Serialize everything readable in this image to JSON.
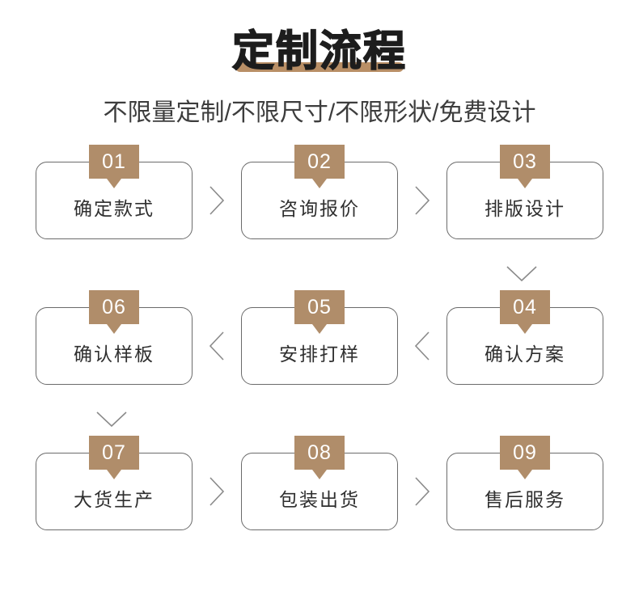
{
  "header": {
    "title": "定制流程",
    "subtitle": "不限量定制/不限尺寸/不限形状/免费设计",
    "title_underline_color": "#b98f66"
  },
  "theme": {
    "badge_color": "#b08d6a",
    "card_border_color": "#6b6b6b",
    "text_color": "#2f2f2f",
    "connector_color": "#8a8a8a",
    "background": "#ffffff"
  },
  "flow": {
    "rows": [
      {
        "direction": "left-to-right",
        "steps": [
          {
            "number": "01",
            "label": "确定款式"
          },
          {
            "number": "02",
            "label": "咨询报价"
          },
          {
            "number": "03",
            "label": "排版设计"
          }
        ],
        "connector_icon": "chevron-right-icon"
      },
      {
        "direction": "right-to-left",
        "steps": [
          {
            "number": "06",
            "label": "确认样板"
          },
          {
            "number": "05",
            "label": "安排打样"
          },
          {
            "number": "04",
            "label": "确认方案"
          }
        ],
        "connector_icon": "chevron-left-icon"
      },
      {
        "direction": "left-to-right",
        "steps": [
          {
            "number": "07",
            "label": "大货生产"
          },
          {
            "number": "08",
            "label": "包装出货"
          },
          {
            "number": "09",
            "label": "售后服务"
          }
        ],
        "connector_icon": "chevron-right-icon"
      }
    ],
    "row_connectors": [
      {
        "icon": "chevron-down-icon",
        "position": "right",
        "from": "03",
        "to": "04"
      },
      {
        "icon": "chevron-down-icon",
        "position": "left",
        "from": "06",
        "to": "07"
      }
    ]
  }
}
